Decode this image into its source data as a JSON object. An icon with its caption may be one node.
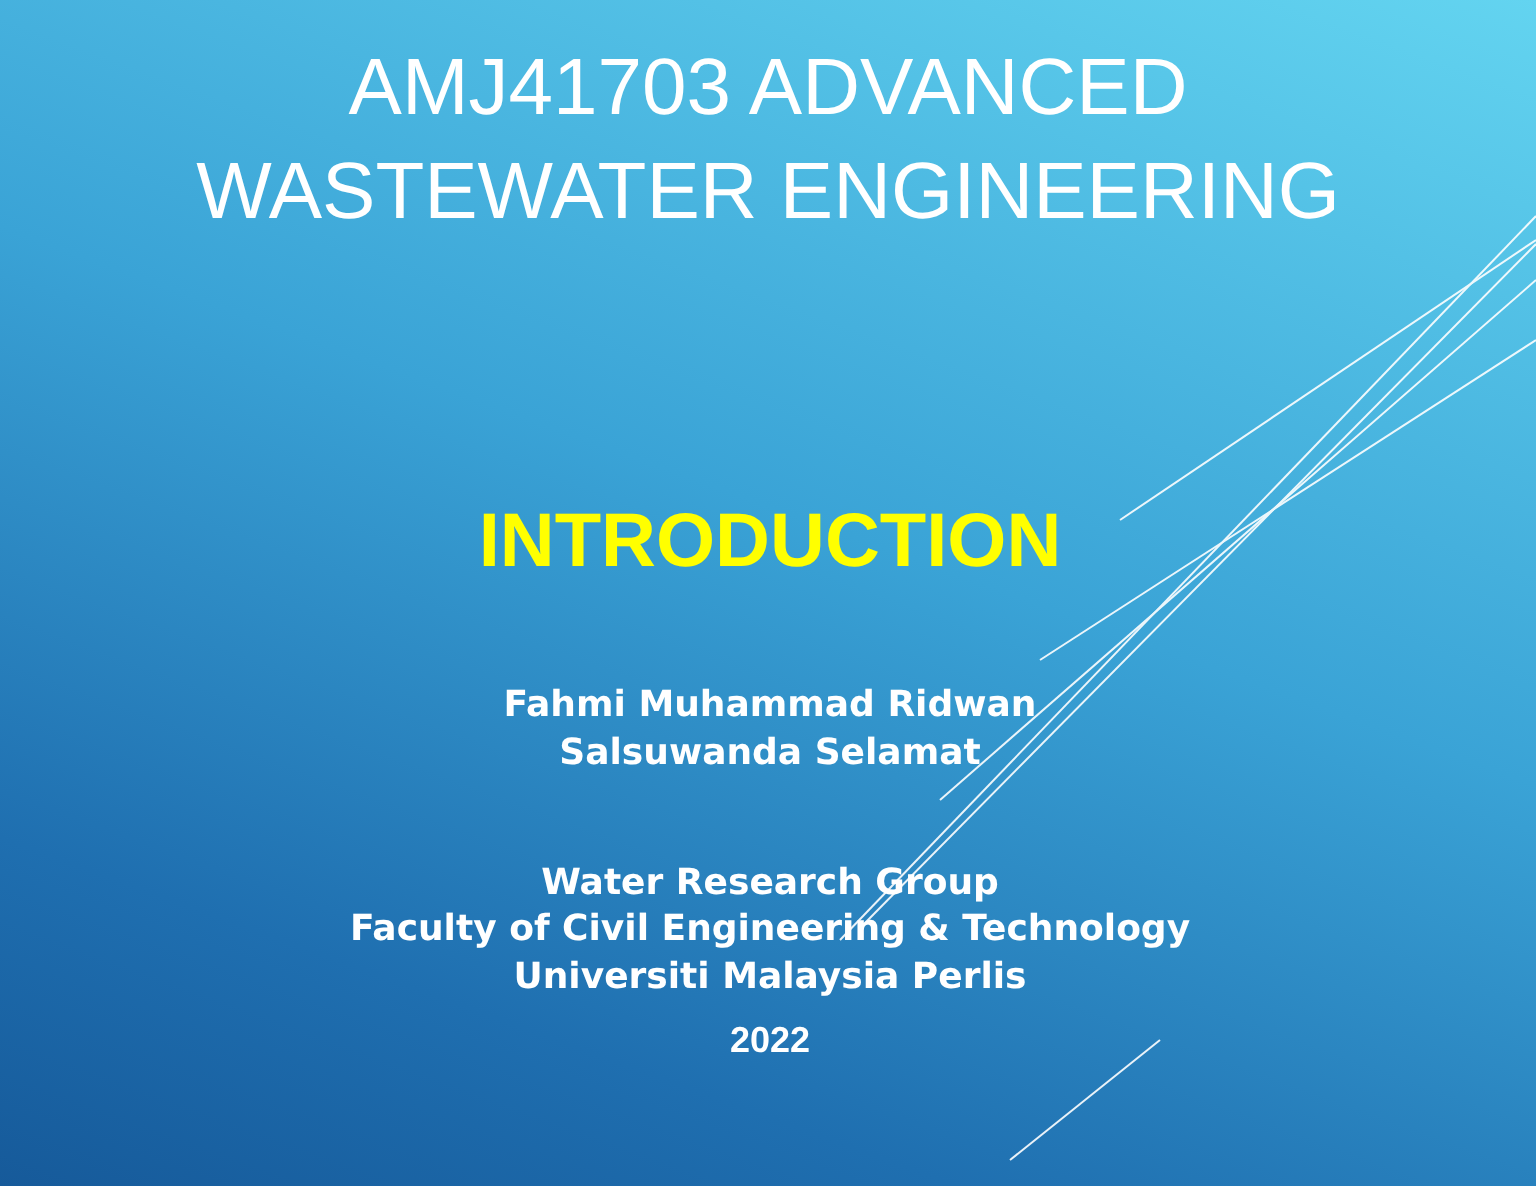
{
  "diagram": {
    "title": "AMJ41703 ADVANCED WASTEWATER ENGINEERING",
    "labels": [
      "INTRODUCTION",
      "Fahmi Muhammad Ridwan",
      "Salsuwanda Selamat",
      "Water Research Group",
      "Faculty of Civil Engineering & Technology",
      "Universiti Malaysia Perlis",
      "2022"
    ]
  }
}
